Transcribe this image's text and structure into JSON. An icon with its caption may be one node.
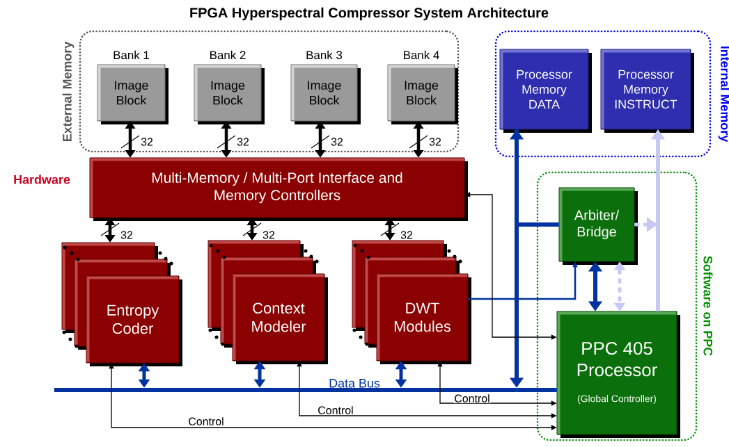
{
  "diagram": {
    "title": "FPGA Hyperspectral Compressor System Architecture",
    "nodes": [
      {
        "text": [
          "External Memory"
        ]
      },
      {
        "text": [
          "Image Block"
        ],
        "beside": [
          "Bank 1"
        ],
        "in": 0
      },
      {
        "text": [
          "Image Block"
        ],
        "beside": [
          "Bank 2"
        ],
        "in": 0
      },
      {
        "text": [
          "Image Block"
        ],
        "beside": [
          "Bank 3"
        ],
        "in": 0
      },
      {
        "text": [
          "Image Block"
        ],
        "beside": [
          "Bank 4"
        ],
        "in": 0
      },
      {
        "text": [
          "Internal Memory"
        ]
      },
      {
        "text": [
          "Processor Memory DATA"
        ],
        "in": 5
      },
      {
        "text": [
          "Processor Memory INSTRUCT"
        ],
        "in": 5
      },
      {
        "text": [
          "Multi-Memory / Multi-Port Interface and Memory Controllers"
        ]
      },
      {
        "text": [
          "Software on PPC"
        ]
      },
      {
        "text": [
          "Arbiter/ Bridge"
        ],
        "in": 9
      },
      {
        "text": [
          "PPC 405 Processor",
          "(Global Controller)"
        ],
        "in": 9
      },
      {
        "text": [
          "Entropy Coder"
        ]
      },
      {
        "text": [
          "Context Modeler"
        ]
      },
      {
        "text": [
          "DWT Modules"
        ]
      },
      {
        "text": [
          "Data Bus"
        ]
      }
    ],
    "edges": [
      {
        "from": 1,
        "to": 8,
        "arrow": "both",
        "label": "32"
      },
      {
        "from": 2,
        "to": 8,
        "arrow": "both",
        "label": "32"
      },
      {
        "from": 3,
        "to": 8,
        "arrow": "both",
        "label": "32"
      },
      {
        "from": 4,
        "to": 8,
        "arrow": "both",
        "label": "32"
      },
      {
        "from": 8,
        "to": 12,
        "arrow": "both",
        "label": "32"
      },
      {
        "from": 8,
        "to": 13,
        "arrow": "both",
        "label": "32"
      },
      {
        "from": 8,
        "to": 14,
        "arrow": "both",
        "label": "32"
      },
      {
        "from": 12,
        "to": 15,
        "arrow": "both",
        "color": "#0033a0"
      },
      {
        "from": 13,
        "to": 15,
        "arrow": "both",
        "color": "#0033a0"
      },
      {
        "from": 14,
        "to": 15,
        "arrow": "both",
        "color": "#0033a0"
      },
      {
        "from": 15,
        "to": 11,
        "arrow": "none",
        "color": "#0033a0"
      },
      {
        "from": 15,
        "to": 6,
        "arrow": "both",
        "color": "#0033a0"
      },
      {
        "from": 10,
        "to": 6,
        "arrow": "none",
        "color": "#0033a0"
      },
      {
        "from": 10,
        "to": 7,
        "arrow": "to",
        "style": "dashed",
        "color": "#c8c8f5"
      },
      {
        "from": 11,
        "to": 7,
        "arrow": "to",
        "color": "#c8c8f5"
      },
      {
        "from": 10,
        "to": 11,
        "arrow": "both",
        "color": "#0033a0"
      },
      {
        "from": 10,
        "to": 11,
        "arrow": "both",
        "style": "dashed",
        "color": "#c8c8f5"
      },
      {
        "from": 14,
        "to": 10,
        "arrow": "to",
        "color": "#0033a0"
      },
      {
        "from": 11,
        "to": 12,
        "arrow": "both",
        "label": "Control"
      },
      {
        "from": 11,
        "to": 13,
        "arrow": "both",
        "label": "Control"
      },
      {
        "from": 11,
        "to": 14,
        "arrow": "both",
        "label": "Control"
      },
      {
        "from": 11,
        "to": 8,
        "arrow": "both"
      }
    ],
    "labels": [
      "Hardware"
    ]
  }
}
